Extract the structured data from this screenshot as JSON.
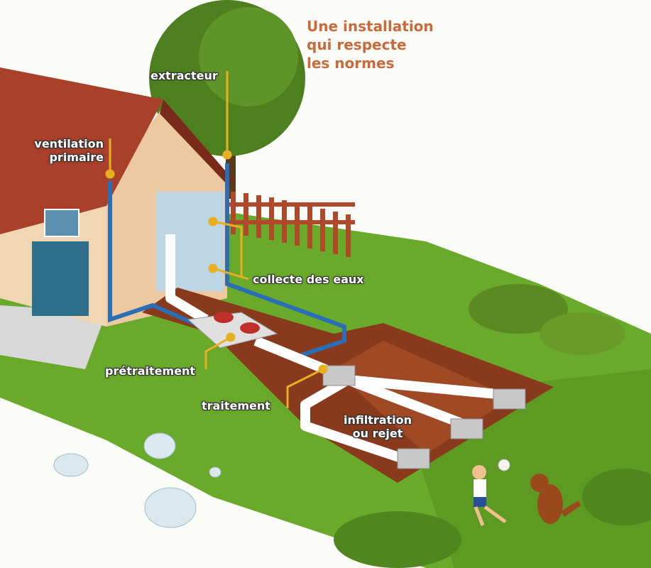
{
  "title": {
    "line1": "Une installation",
    "line2": "qui respecte",
    "line3": "les normes"
  },
  "labels": {
    "extracteur": "extracteur",
    "ventilation_line1": "ventilation",
    "ventilation_line2": "primaire",
    "collecte": "collecte des eaux",
    "pretraitement": "prétraitement",
    "traitement": "traitement",
    "infiltration_line1": "infiltration",
    "infiltration_line2": "ou rejet"
  },
  "colors": {
    "title": "#c96a3c",
    "callout": "#e8b020",
    "pipe_blue": "#2a6fb5",
    "grass": "#6aaa2a",
    "soil": "#8a3a1c",
    "roof": "#a8402a"
  }
}
